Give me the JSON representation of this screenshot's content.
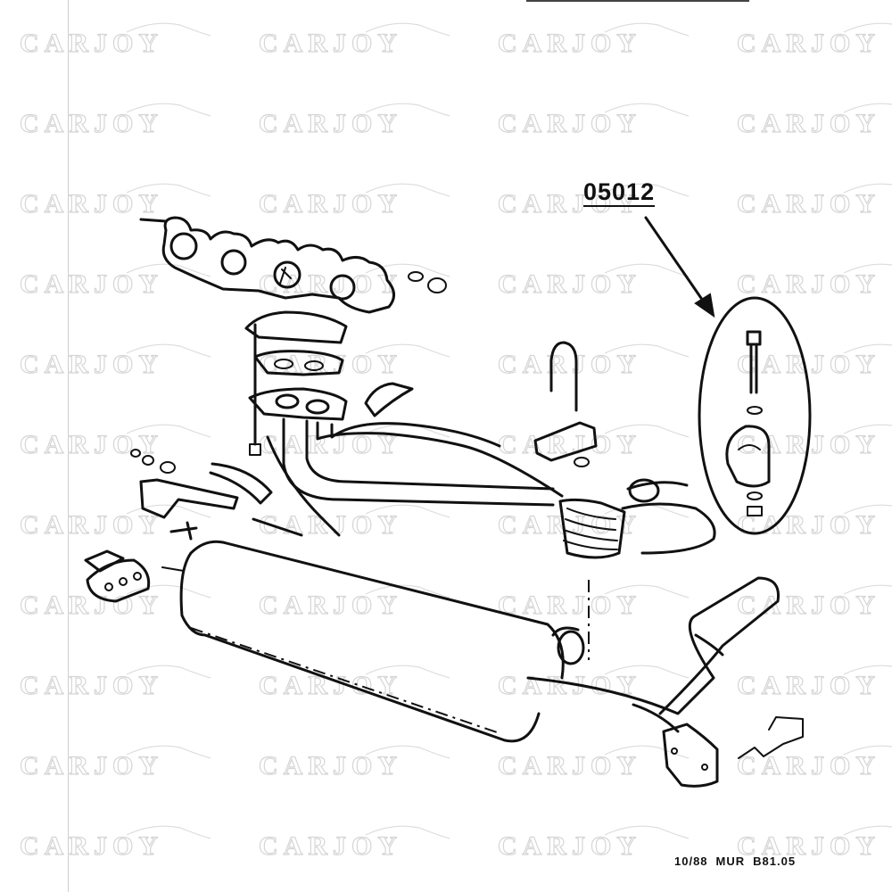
{
  "watermark": {
    "text": "CARJOY"
  },
  "callout": {
    "part_number": "05012"
  },
  "footer": {
    "date": "10/88",
    "code": "MUR",
    "ref": "B81.05"
  },
  "icons": [
    "watermark-car-logo",
    "callout-arrow"
  ]
}
